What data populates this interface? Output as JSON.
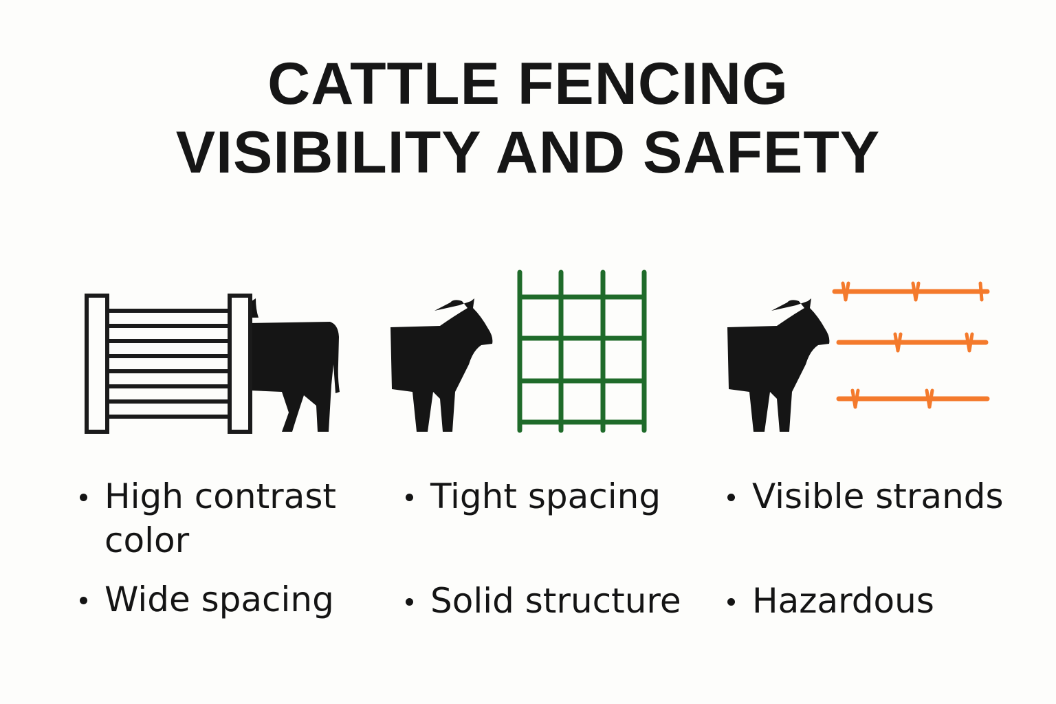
{
  "title": {
    "line1": "CATTLE FENCING",
    "line2": "VISIBILITY AND SAFETY"
  },
  "panels": [
    {
      "illustration": "board-fence-with-cow",
      "fence_color": "#1b1b1b",
      "bullets": [
        "High contrast color",
        "Wide spacing"
      ]
    },
    {
      "illustration": "cow-beside-grid-mesh-fence",
      "fence_color": "#1f6b2a",
      "bullets": [
        "Tight spacing",
        "Solid structure"
      ]
    },
    {
      "illustration": "cow-beside-barbed-wire-strands",
      "fence_color": "#f47a2c",
      "bullets": [
        "Visible strands",
        "Hazardous"
      ]
    }
  ]
}
